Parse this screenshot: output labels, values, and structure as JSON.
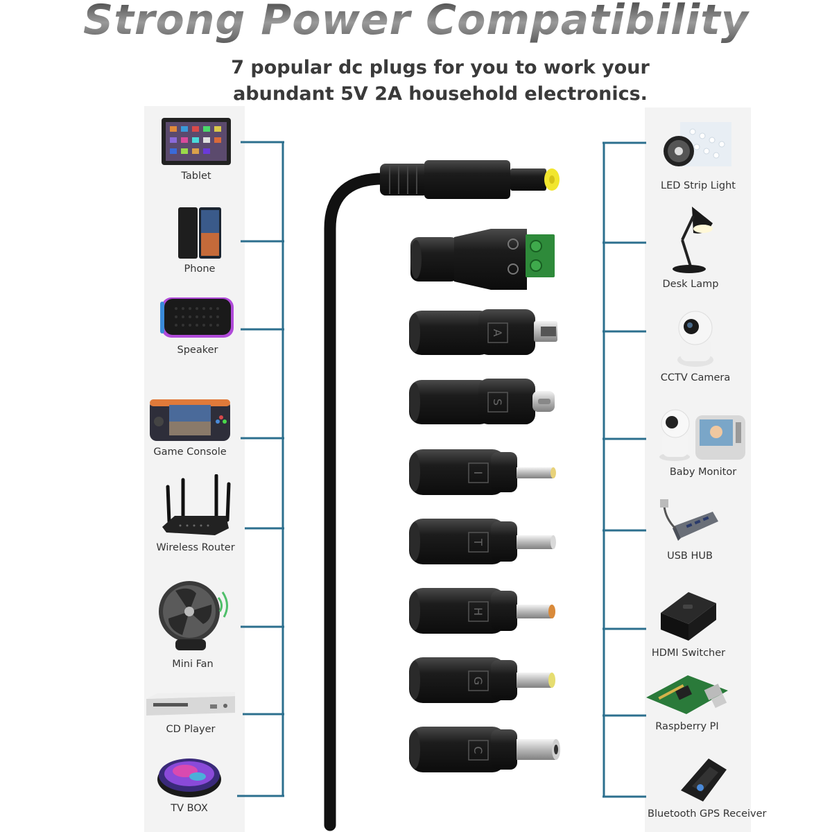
{
  "header": {
    "title": "Strong Power Compatibility",
    "subtitle_line1": "7 popular dc plugs for you to work your",
    "subtitle_line2": "abundant 5V  2A household electronics."
  },
  "left_devices": [
    {
      "label": "Tablet",
      "icon": "tablet-icon"
    },
    {
      "label": "Phone",
      "icon": "phone-icon"
    },
    {
      "label": "Speaker",
      "icon": "speaker-icon"
    },
    {
      "label": "Game Console",
      "icon": "game-console-icon"
    },
    {
      "label": "Wireless Router",
      "icon": "router-icon"
    },
    {
      "label": "Mini Fan",
      "icon": "fan-icon"
    },
    {
      "label": "CD Player",
      "icon": "cd-player-icon"
    },
    {
      "label": "TV BOX",
      "icon": "tv-box-icon"
    }
  ],
  "right_devices": [
    {
      "label": "LED Strip Light",
      "icon": "led-strip-icon"
    },
    {
      "label": "Desk Lamp",
      "icon": "desk-lamp-icon"
    },
    {
      "label": "CCTV Camera",
      "icon": "cctv-camera-icon"
    },
    {
      "label": "Baby Monitor",
      "icon": "baby-monitor-icon"
    },
    {
      "label": "USB HUB",
      "icon": "usb-hub-icon"
    },
    {
      "label": "HDMI Switcher",
      "icon": "hdmi-switcher-icon"
    },
    {
      "label": "Raspberry PI",
      "icon": "raspberry-pi-icon"
    },
    {
      "label": "Bluetooth GPS Receiver",
      "icon": "gps-receiver-icon"
    }
  ],
  "plug_adapters": [
    {
      "type": "terminal-block",
      "marking": ""
    },
    {
      "type": "mini-usb",
      "marking": "A"
    },
    {
      "type": "usb-c",
      "marking": "S"
    },
    {
      "type": "barrel",
      "marking": "I",
      "tip": "#e8d27a"
    },
    {
      "type": "barrel",
      "marking": "T",
      "tip": "#d9d9d9"
    },
    {
      "type": "barrel",
      "marking": "H",
      "tip": "#d98a3a"
    },
    {
      "type": "barrel",
      "marking": "G",
      "tip": "#e6dd70"
    },
    {
      "type": "barrel",
      "marking": "C",
      "tip": "#cfcfcf"
    }
  ],
  "colors": {
    "connector_line": "#2c6f8e",
    "plug_body": "#1b1b1b",
    "main_tip": "#f2e62e"
  }
}
